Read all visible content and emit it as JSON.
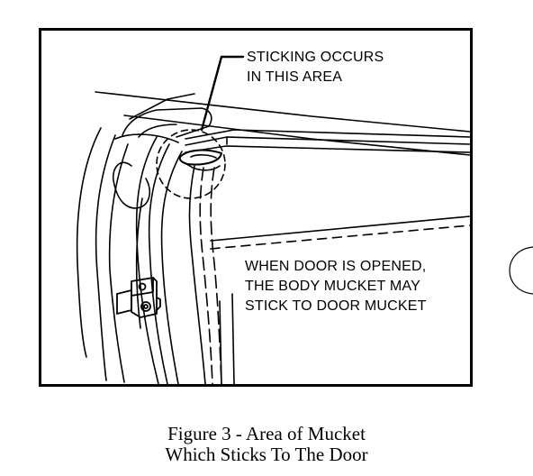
{
  "figure": {
    "callout_top": "STICKING OCCURS\nIN THIS AREA",
    "callout_side": "WHEN DOOR IS OPENED,\nTHE BODY MUCKET MAY\nSTICK TO DOOR MUCKET",
    "caption_line1": "Figure 3 - Area of Mucket",
    "caption_line2": "Which Sticks To The Door"
  }
}
